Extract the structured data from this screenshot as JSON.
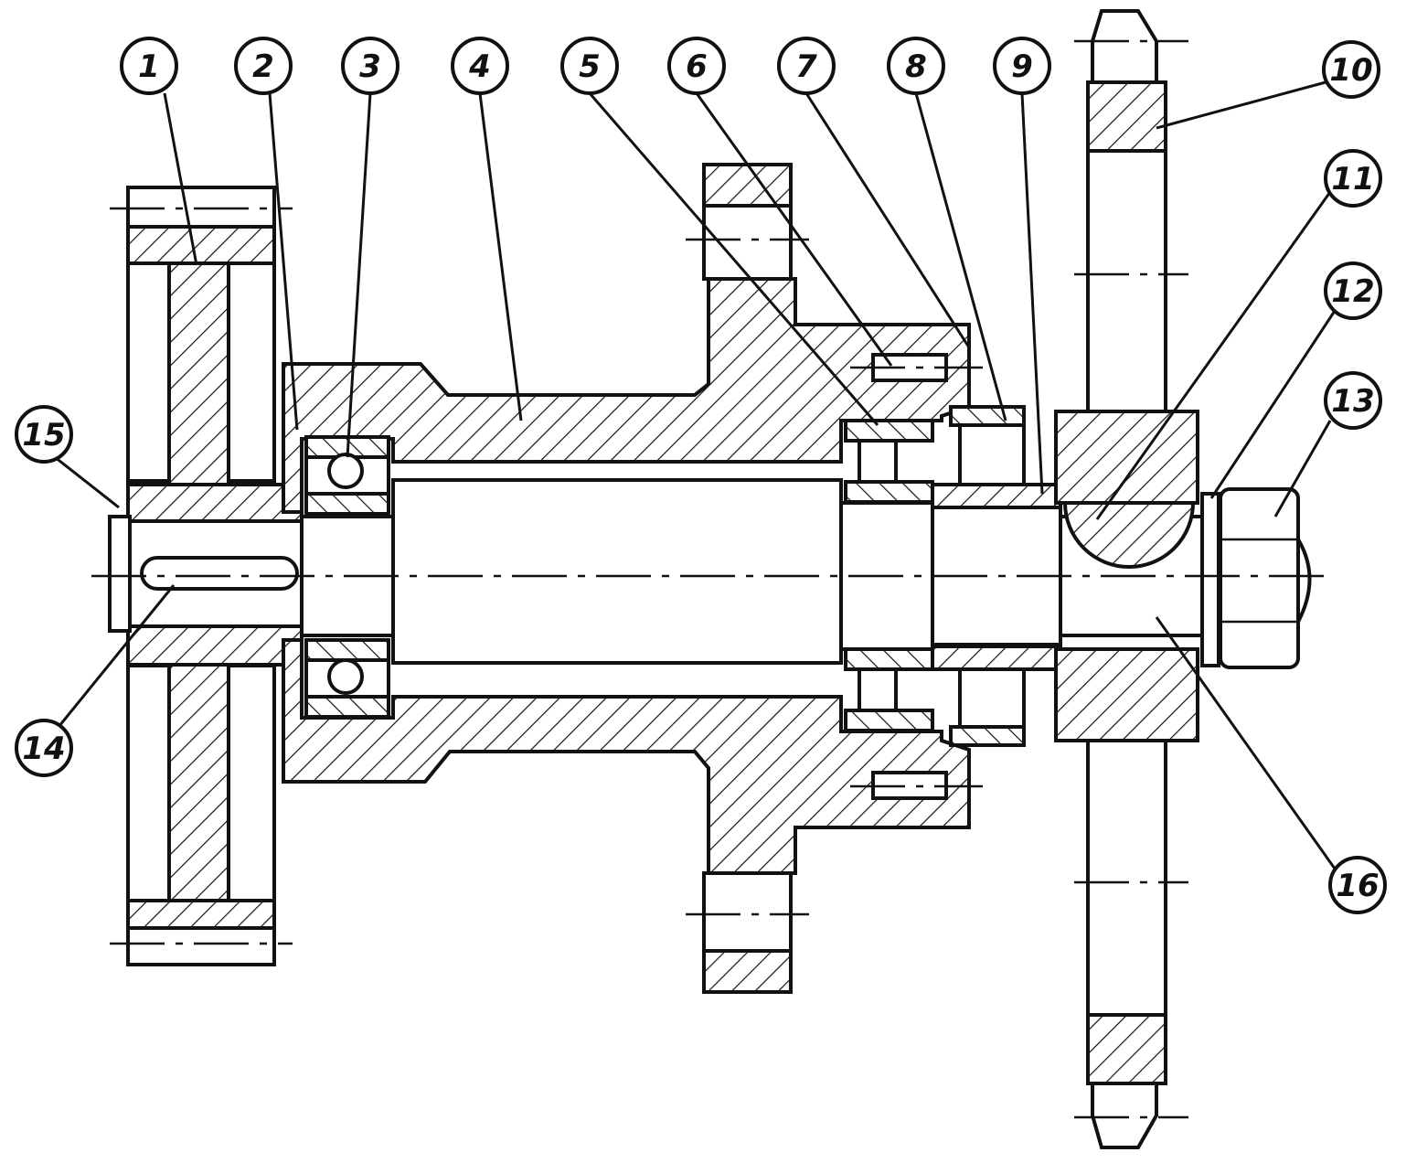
{
  "balloons": [
    {
      "id": "1",
      "label": "1",
      "icon": "balloon-circle"
    },
    {
      "id": "2",
      "label": "2",
      "icon": "balloon-circle"
    },
    {
      "id": "3",
      "label": "3",
      "icon": "balloon-circle"
    },
    {
      "id": "4",
      "label": "4",
      "icon": "balloon-circle"
    },
    {
      "id": "5",
      "label": "5",
      "icon": "balloon-circle"
    },
    {
      "id": "6",
      "label": "6",
      "icon": "balloon-circle"
    },
    {
      "id": "7",
      "label": "7",
      "icon": "balloon-circle"
    },
    {
      "id": "8",
      "label": "8",
      "icon": "balloon-circle"
    },
    {
      "id": "9",
      "label": "9",
      "icon": "balloon-circle"
    },
    {
      "id": "10",
      "label": "10",
      "icon": "balloon-circle"
    },
    {
      "id": "11",
      "label": "11",
      "icon": "balloon-circle"
    },
    {
      "id": "12",
      "label": "12",
      "icon": "balloon-circle"
    },
    {
      "id": "13",
      "label": "13",
      "icon": "balloon-circle"
    },
    {
      "id": "14",
      "label": "14",
      "icon": "balloon-circle"
    },
    {
      "id": "15",
      "label": "15",
      "icon": "balloon-circle"
    },
    {
      "id": "16",
      "label": "16",
      "icon": "balloon-circle"
    }
  ],
  "colors": {
    "ink": "#111111",
    "paper": "#ffffff"
  }
}
